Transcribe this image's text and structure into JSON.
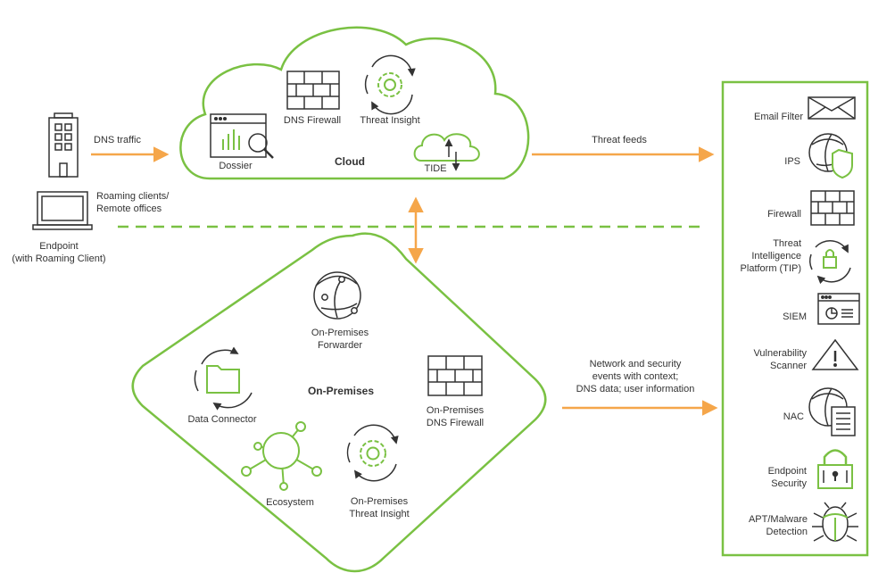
{
  "colors": {
    "green": "#7ac143",
    "orange": "#f5a64a",
    "dark": "#333333"
  },
  "endpoint": {
    "dns_traffic": "DNS traffic",
    "roaming": "Roaming clients/\nRemote offices",
    "caption": "Endpoint\n(with Roaming Client)"
  },
  "cloud": {
    "title": "Cloud",
    "dns_firewall": "DNS Firewall",
    "threat_insight": "Threat Insight",
    "dossier": "Dossier",
    "tide": "TIDE"
  },
  "links": {
    "threat_feeds": "Threat feeds",
    "network_events": "Network and security\nevents with context;\nDNS data; user information"
  },
  "onprem": {
    "title": "On-Premises",
    "forwarder": "On-Premises\nForwarder",
    "data_connector": "Data Connector",
    "dns_firewall": "On-Premises\nDNS Firewall",
    "ecosystem": "Ecosystem",
    "threat_insight": "On-Premises\nThreat Insight"
  },
  "ecosystem_panel": {
    "items": [
      {
        "label": "Email Filter",
        "icon": "envelope-icon"
      },
      {
        "label": "IPS",
        "icon": "globe-shield-icon"
      },
      {
        "label": "Firewall",
        "icon": "brick-wall-icon"
      },
      {
        "label": "Threat\nIntelligence\nPlatform (TIP)",
        "icon": "lock-cycle-icon"
      },
      {
        "label": "SIEM",
        "icon": "browser-chart-icon"
      },
      {
        "label": "Vulnerability\nScanner",
        "icon": "warning-triangle-icon"
      },
      {
        "label": "NAC",
        "icon": "globe-document-icon"
      },
      {
        "label": "Endpoint\nSecurity",
        "icon": "padlock-icon"
      },
      {
        "label": "APT/Malware\nDetection",
        "icon": "bug-icon"
      }
    ]
  }
}
